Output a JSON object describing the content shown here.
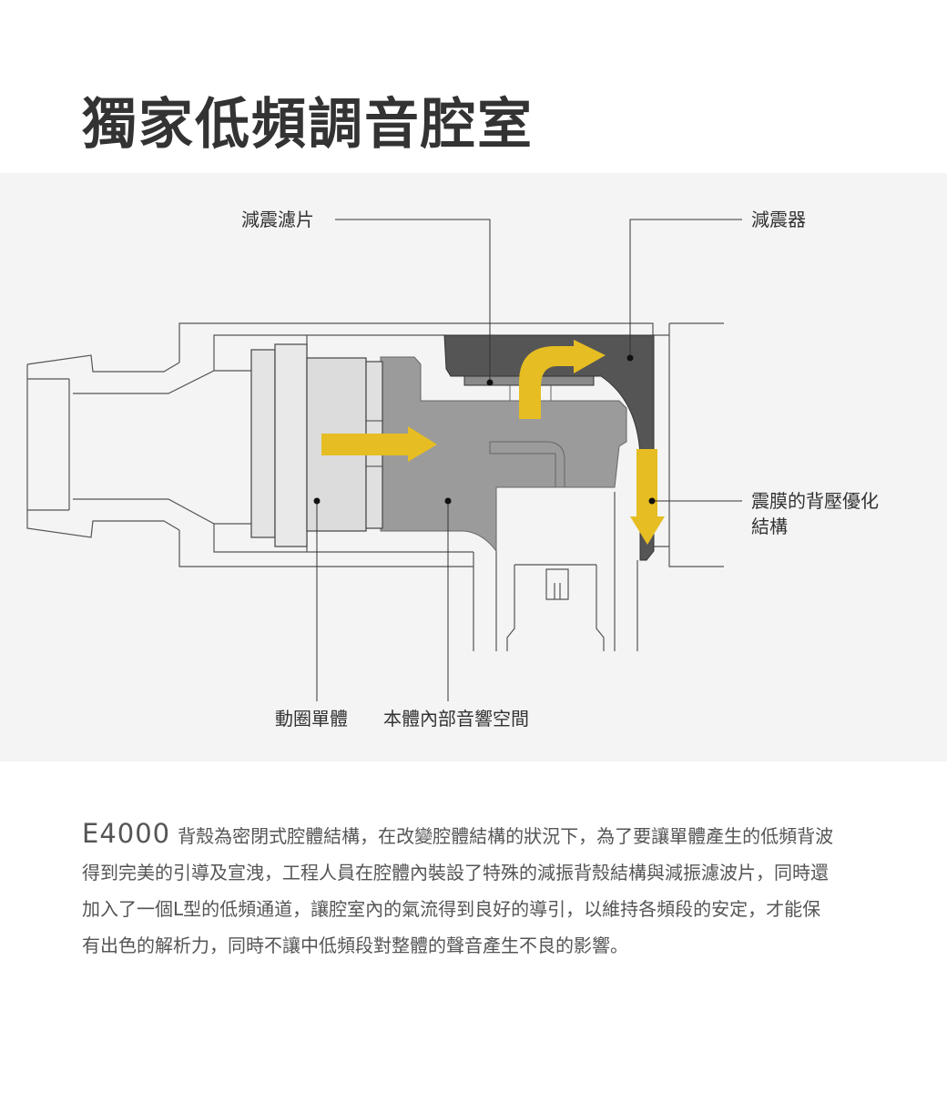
{
  "title": "獨家低頻調音腔室",
  "diagram": {
    "labels": {
      "damping_filter": "減震濾片",
      "damper": "減震器",
      "diaphragm_back_pressure": [
        "震膜的背壓優化",
        "結構"
      ],
      "dynamic_driver": "動圈單體",
      "internal_acoustic_space": "本體內部音響空間"
    },
    "colors": {
      "arrow": "#e6bd22",
      "dark_chamber": "#555555",
      "body": "#9b9b9b",
      "driver": "#dcdcdc",
      "panel": "#f4f4f4"
    }
  },
  "description": {
    "model": "E4000",
    "text": "背殼為密閉式腔體結構，在改變腔體結構的狀況下，為了要讓單體產生的低頻背波得到完美的引導及宣洩，工程人員在腔體內裝設了特殊的減振背殼結構與減振濾波片，同時還加入了一個L型的低頻通道，讓腔室內的氣流得到良好的導引，以維持各頻段的安定，才能保有出色的解析力，同時不讓中低頻段對整體的聲音產生不良的影響。"
  }
}
